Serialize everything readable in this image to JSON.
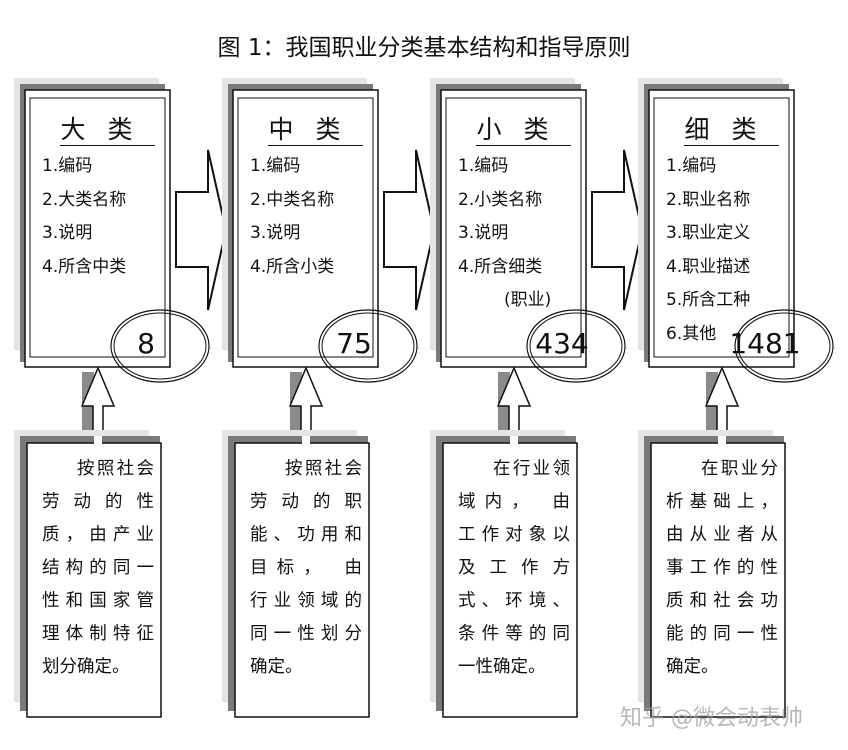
{
  "title": "图 1：我国职业分类基本结构和指导原则",
  "columns": [
    {
      "heading": "大类",
      "items": [
        "1.编码",
        "2.大类名称",
        "3.说明",
        "4.所含中类"
      ],
      "count": "8",
      "description": [
        "按照社会",
        "劳 动 的 性",
        "质，由产业",
        "结构的同一",
        "性和国家管",
        "理体制特征",
        "划分确定。"
      ]
    },
    {
      "heading": "中类",
      "items": [
        "1.编码",
        "2.中类名称",
        "3.说明",
        "4.所含小类"
      ],
      "count": "75",
      "description": [
        "按照社会",
        "劳 动 的 职",
        "能、功用和",
        "目标，  由",
        "行业领域的",
        "同一性划分",
        "确定。"
      ]
    },
    {
      "heading": "小类",
      "items": [
        "1.编码",
        "2.小类名称",
        "3.说明",
        "4.所含细类",
        "(职业)"
      ],
      "count": "434",
      "description": [
        "在行业领",
        "域内，    由",
        "工作对象以",
        "及 工 作 方",
        "式、环境、",
        "条件等的同",
        "一性确定。"
      ]
    },
    {
      "heading": "细类",
      "items": [
        "1.编码",
        "2.职业名称",
        "3.职业定义",
        "4.职业描述",
        "5.所含工种",
        "6.其他"
      ],
      "count": "1481",
      "description": [
        "在职业分",
        "析基础上，",
        "由从业者从",
        "事工作的性",
        "质和社会功",
        "能的同一性",
        "确定。"
      ]
    }
  ],
  "watermark": "知乎 @微会动表帅"
}
